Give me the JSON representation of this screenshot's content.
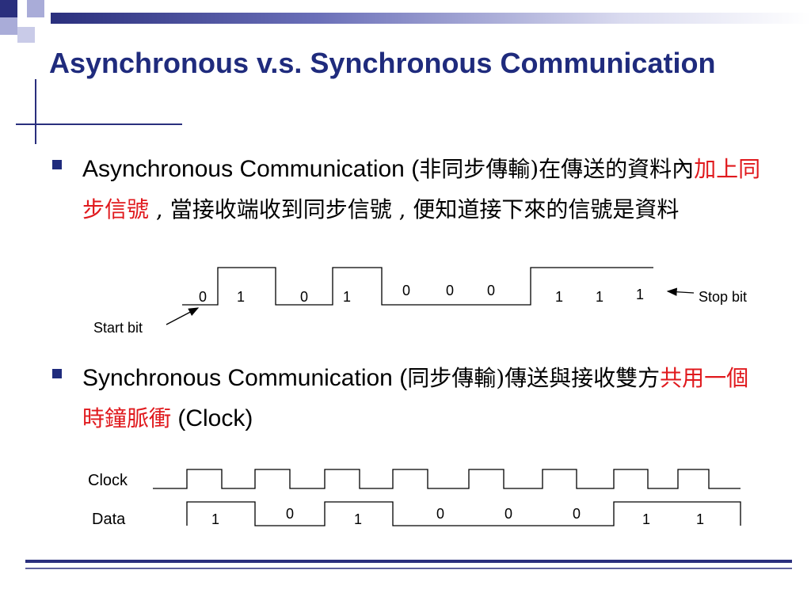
{
  "slide": {
    "title": "Asynchronous v.s. Synchronous Communication",
    "bullets": [
      {
        "en": "Asynchronous Communication (",
        "zh1": "非同步傳輸",
        "zh2": ")在傳送的資料內",
        "highlight": "加上同步信號",
        "rest": " , 當接收端收到同步信號 , 便知道接下來的信號是資料"
      },
      {
        "en": "Synchronous Communication (",
        "zh1": "同步傳輸",
        "zh2": ")傳送與接收雙方",
        "highlight": "共用一個時鐘脈衝",
        "rest": " (Clock)"
      }
    ]
  },
  "async_diagram": {
    "bits": [
      "0",
      "1",
      "0",
      "1",
      "0",
      "0",
      "0",
      "1",
      "1",
      "1"
    ],
    "start_label": "Start bit",
    "stop_label": "Stop bit"
  },
  "sync_diagram": {
    "clock_label": "Clock",
    "data_label": "Data",
    "data_bits": [
      "1",
      "0",
      "1",
      "0",
      "0",
      "0",
      "1",
      "1"
    ]
  },
  "colors": {
    "title": "#1f2b7d",
    "highlight": "#e0191d",
    "accent": "#1f2b7d"
  }
}
